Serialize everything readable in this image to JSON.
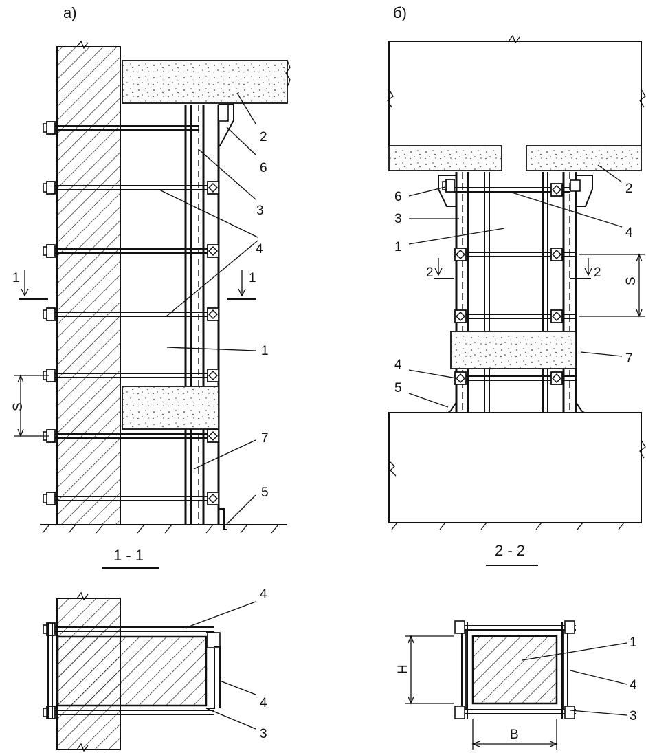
{
  "view_a": {
    "title": "а)",
    "section_mark": "1",
    "section_title": "1 - 1",
    "dimension_label": "S",
    "callouts": [
      "1",
      "2",
      "3",
      "4",
      "5",
      "6",
      "7"
    ]
  },
  "view_b": {
    "title": "б)",
    "section_mark": "2",
    "section_title": "2 - 2",
    "dimension_label": "S",
    "callouts": [
      "1",
      "2",
      "3",
      "4",
      "4",
      "5",
      "6",
      "7"
    ]
  },
  "section_1_1": {
    "callouts": [
      "4",
      "4",
      "3"
    ]
  },
  "section_2_2": {
    "callouts": [
      "1",
      "4",
      "3"
    ],
    "height_label": "H",
    "width_label": "B"
  }
}
